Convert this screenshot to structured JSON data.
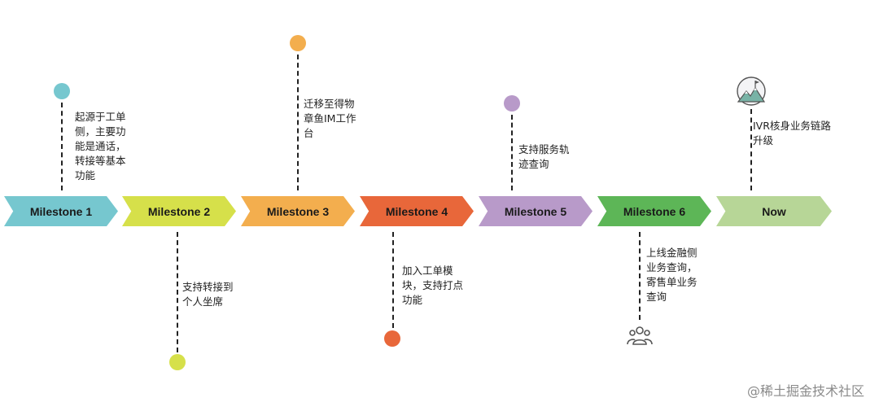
{
  "milestones": [
    {
      "label": "Milestone 1",
      "color": "#76c7cf",
      "note": "起源于工单\n侧，主要功\n能是通话，\n转接等基本\n功能",
      "position": "top"
    },
    {
      "label": "Milestone 2",
      "color": "#d6e04a",
      "note": "支持转接到\n个人坐席",
      "position": "bottom"
    },
    {
      "label": "Milestone 3",
      "color": "#f3ae4e",
      "note": "迁移至得物\n章鱼IM工作\n台",
      "position": "top"
    },
    {
      "label": "Milestone 4",
      "color": "#e8673a",
      "note": "加入工单模\n块，支持打点\n功能",
      "position": "bottom"
    },
    {
      "label": "Milestone 5",
      "color": "#b89ac9",
      "note": "支持服务轨\n迹查询",
      "position": "top"
    },
    {
      "label": "Milestone 6",
      "color": "#5db657",
      "note": "上线金融侧\n业务查询，\n寄售单业务\n查询",
      "position": "bottom"
    },
    {
      "label": "Now",
      "color": "#b7d697",
      "note": "IVR核身业务链路\n升级",
      "position": "top"
    }
  ],
  "icons": {
    "milestone6": "users-icon",
    "now": "mountain-flag-icon"
  },
  "watermark": "@稀土掘金技术社区"
}
